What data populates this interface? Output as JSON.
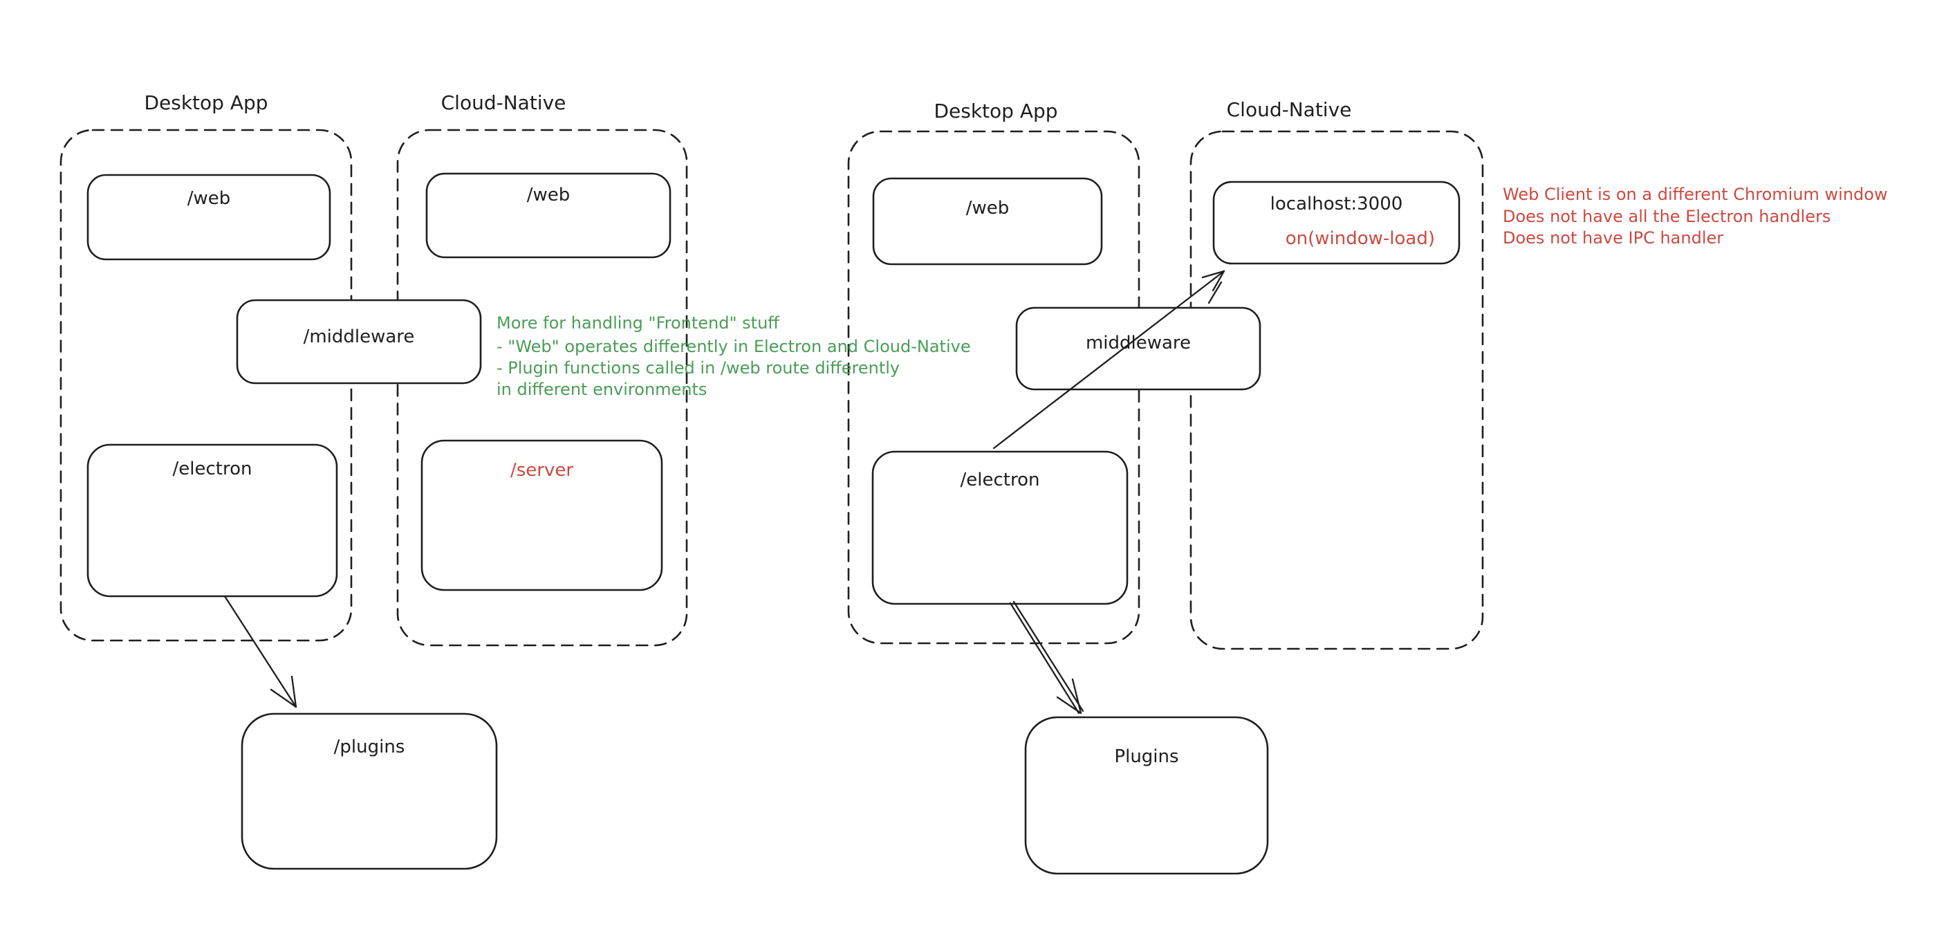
{
  "colors": {
    "ink": "#1e1e1e",
    "red": "#cb4a41",
    "green": "#4a9d57",
    "background": "#ffffff"
  },
  "left_diagram": {
    "desktop_app_label": "Desktop App",
    "cloud_native_label": "Cloud-Native",
    "web_desktop_label": "/web",
    "web_cloud_label": "/web",
    "middleware_label": "/middleware",
    "electron_label": "/electron",
    "server_label": "/server",
    "plugins_label": "/plugins"
  },
  "right_diagram": {
    "desktop_app_label": "Desktop App",
    "cloud_native_label": "Cloud-Native",
    "web_desktop_label": "/web",
    "localhost_label": "localhost:3000",
    "localhost_event_label": "on(window-load)",
    "middleware_label": "middleware",
    "electron_label": "/electron",
    "plugins_label": "Plugins"
  },
  "notes": {
    "green_note_lines": [
      "More for handling \"Frontend\" stuff",
      "- \"Web\" operates differently in Electron and Cloud-Native",
      "- Plugin functions called in /web route differently",
      "in different environments"
    ],
    "red_note_lines": [
      "Web Client is on a different Chromium window",
      "Does not have all the Electron handlers",
      "Does not have IPC handler"
    ]
  }
}
